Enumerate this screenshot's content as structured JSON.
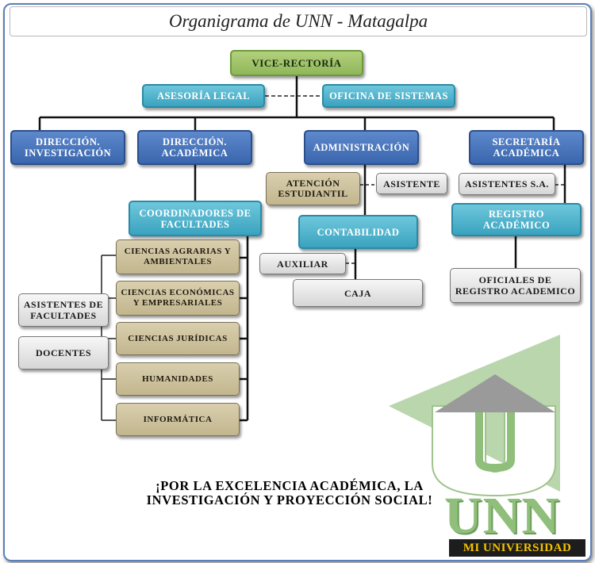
{
  "title": "Organigrama de UNN - Matagalpa",
  "nodes": {
    "vice_rectoria": "VICE-RECTORÍA",
    "asesoria_legal": "ASESORÍA LEGAL",
    "oficina_sistemas": "OFICINA DE SISTEMAS",
    "direccion_investigacion": "DIRECCIÓN. INVESTIGACIÓN",
    "direccion_academica": "DIRECCIÓN. ACADÉMICA",
    "administracion": "ADMINISTRACIÓN",
    "secretaria_academica": "SECRETARÍA ACADÉMICA",
    "coordinadores": "COORDINADORES DE FACULTADES",
    "atencion_estudiantil": "ATENCIÓN ESTUDIANTIL",
    "asistente": "ASISTENTE",
    "contabilidad": "CONTABILIDAD",
    "auxiliar": "AUXILIAR",
    "caja": "CAJA",
    "asistentes_sa": "ASISTENTES S.A.",
    "registro_academico": "REGISTRO ACADÉMICO",
    "oficiales_registro": "OFICIALES DE REGISTRO ACADEMICO",
    "asistentes_facultades": "ASISTENTES DE FACULTADES",
    "docentes": "DOCENTES",
    "facultades": [
      "CIENCIAS AGRARIAS Y AMBIENTALES",
      "CIENCIAS ECONÓMICAS Y EMPRESARIALES",
      "CIENCIAS JURÍDICAS",
      "HUMANIDADES",
      "INFORMÁTICA"
    ]
  },
  "slogan": "¡POR LA EXCELENCIA ACADÉMICA, LA INVESTIGACIÓN Y PROYECCIÓN SOCIAL!",
  "logo": {
    "text": "UNN",
    "badge": "MI UNIVERSIDAD",
    "colors": {
      "green": "#8fbf7a",
      "gray": "#9a9a9a",
      "badge_bg": "#1d1d1d",
      "badge_text": "#f2c200"
    }
  },
  "colors": {
    "green_box": "#9ec36a",
    "teal_box": "#4bb0c9",
    "blue_box": "#4673bb",
    "tan_box": "#cfc4a0",
    "gray_box": "#e4e4e4",
    "frame": "#5b7fb8"
  }
}
